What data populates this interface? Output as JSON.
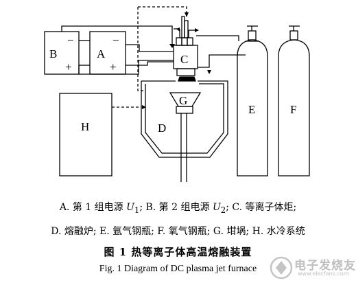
{
  "labels": {
    "a": "A",
    "b": "B",
    "c": "C",
    "d": "D",
    "e": "E",
    "f": "F",
    "g": "G",
    "h": "H",
    "plus": "+",
    "minus": "−"
  },
  "caption": {
    "line1_prefix": "A. 第 1 组电源 ",
    "u1_main": "U",
    "u1_sub": "1",
    "line1_mid": "; B. 第 2 组电源 ",
    "u2_main": "U",
    "u2_sub": "2",
    "line1_suffix": "; C. 等离子体炬;",
    "line2": "D. 熔融炉; E. 氩气钢瓶; F. 氧气钢瓶; G. 坩埚; H. 水冷系统",
    "figure_cn": "图 1    热等离子体高温熔融装置",
    "figure_en": "Fig.  1    Diagram of DC plasma jet furnace"
  },
  "watermark": {
    "text": "电子发烧友",
    "url": "www.elecfans.com"
  },
  "colors": {
    "line": "#000000",
    "background": "#ffffff",
    "watermark": "#b8b8b8"
  }
}
